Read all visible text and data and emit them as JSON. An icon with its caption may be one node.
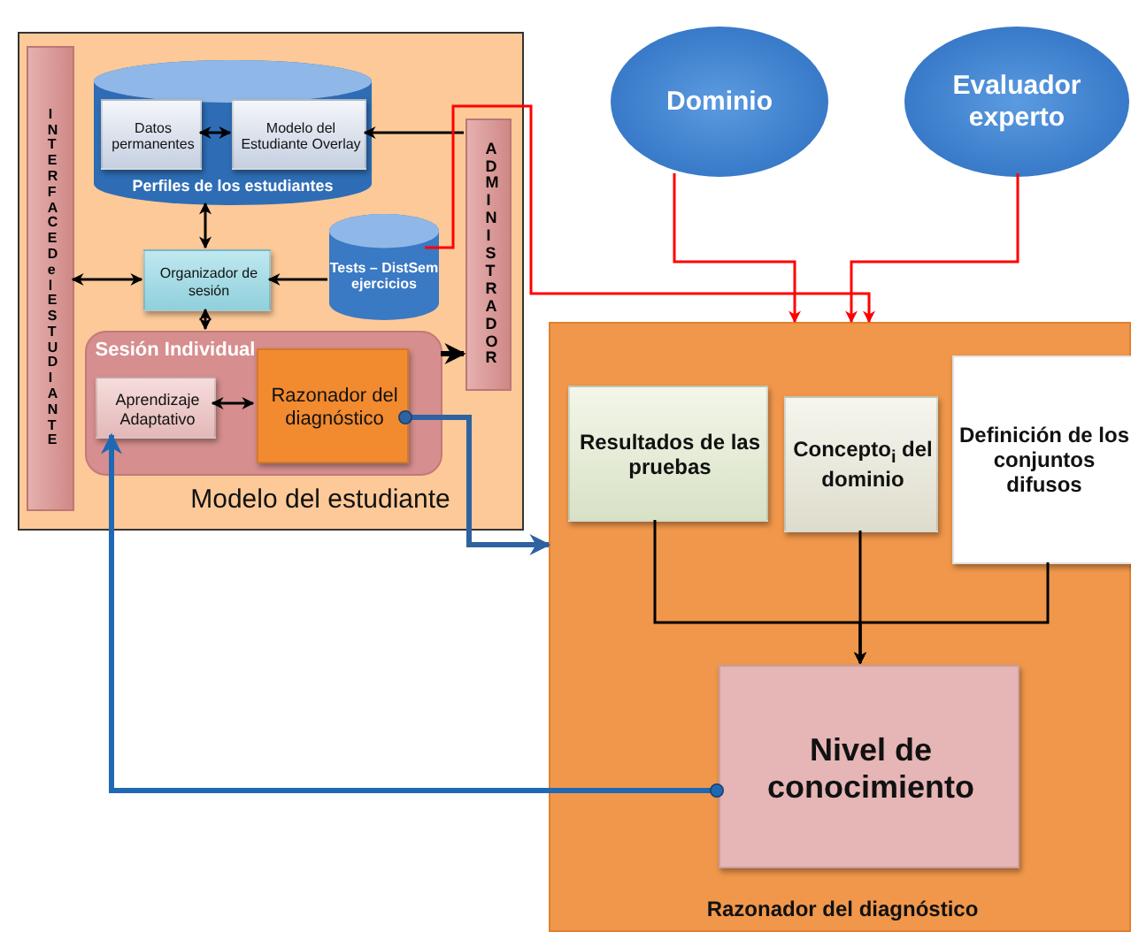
{
  "diagram": {
    "nodes": [
      {
        "text": [
          "Modelo del estudiante"
        ]
      },
      {
        "text": [
          "INTERFACE Del ESTUDIANTE"
        ],
        "in": 0
      },
      {
        "text": [
          "Perfiles de los estudiantes"
        ],
        "in": 0
      },
      {
        "text": [
          "Datos permanentes"
        ],
        "in": 2
      },
      {
        "text": [
          "Modelo del Estudiante Overlay"
        ],
        "in": 2
      },
      {
        "text": [
          "ADMINISTRADOR"
        ],
        "in": 0
      },
      {
        "text": [
          "Organizador de sesión"
        ],
        "in": 0
      },
      {
        "text": [
          "Tests – DistSem ejercicios"
        ],
        "in": 0
      },
      {
        "text": [
          "Sesión Individual"
        ],
        "in": 0
      },
      {
        "text": [
          "Aprendizaje Adaptativo"
        ],
        "in": 8
      },
      {
        "text": [
          "Razonador del diagnóstico"
        ],
        "in": 8
      },
      {
        "text": [
          "Dominio"
        ]
      },
      {
        "text": [
          "Evaluador experto"
        ]
      },
      {
        "text": [
          "Razonador del diagnóstico"
        ]
      },
      {
        "text": [
          "Resultados de las pruebas"
        ],
        "in": 13
      },
      {
        "text": [
          "Concepto$_{i}$ del dominio"
        ],
        "in": 13
      },
      {
        "text": [
          "Definición de los conjuntos difusos"
        ],
        "in": 13
      },
      {
        "text": [
          "Nivel de conocimiento"
        ],
        "in": 13
      }
    ],
    "edges": [
      {
        "from": 3,
        "to": 4,
        "arrow": "both"
      },
      {
        "from": 5,
        "to": 4,
        "arrow": "to"
      },
      {
        "from": 2,
        "to": 6,
        "arrow": "both"
      },
      {
        "from": 1,
        "to": 6,
        "arrow": "both"
      },
      {
        "from": 7,
        "to": 6,
        "arrow": "to"
      },
      {
        "from": 6,
        "to": 8,
        "arrow": "both"
      },
      {
        "from": 8,
        "to": 5,
        "arrow": "to",
        "style": "thick"
      },
      {
        "from": 9,
        "to": 10,
        "arrow": "both"
      },
      {
        "from": 10,
        "to": 13,
        "arrow": "to",
        "style": "thick",
        "color": "#2f62a0"
      },
      {
        "from": 17,
        "to": 9,
        "arrow": "to",
        "style": "thick",
        "color": "#1f68b4"
      },
      {
        "from": 11,
        "to": 13,
        "arrow": "to",
        "color": "#ff0000"
      },
      {
        "from": 12,
        "to": 13,
        "arrow": "to",
        "color": "#ff0000"
      },
      {
        "from": 7,
        "to": 13,
        "arrow": "to",
        "color": "#ff0000"
      },
      {
        "from": 14,
        "to": 17,
        "arrow": "to"
      },
      {
        "from": 15,
        "to": 17,
        "arrow": "to"
      },
      {
        "from": 16,
        "to": 17,
        "arrow": "to"
      }
    ]
  }
}
